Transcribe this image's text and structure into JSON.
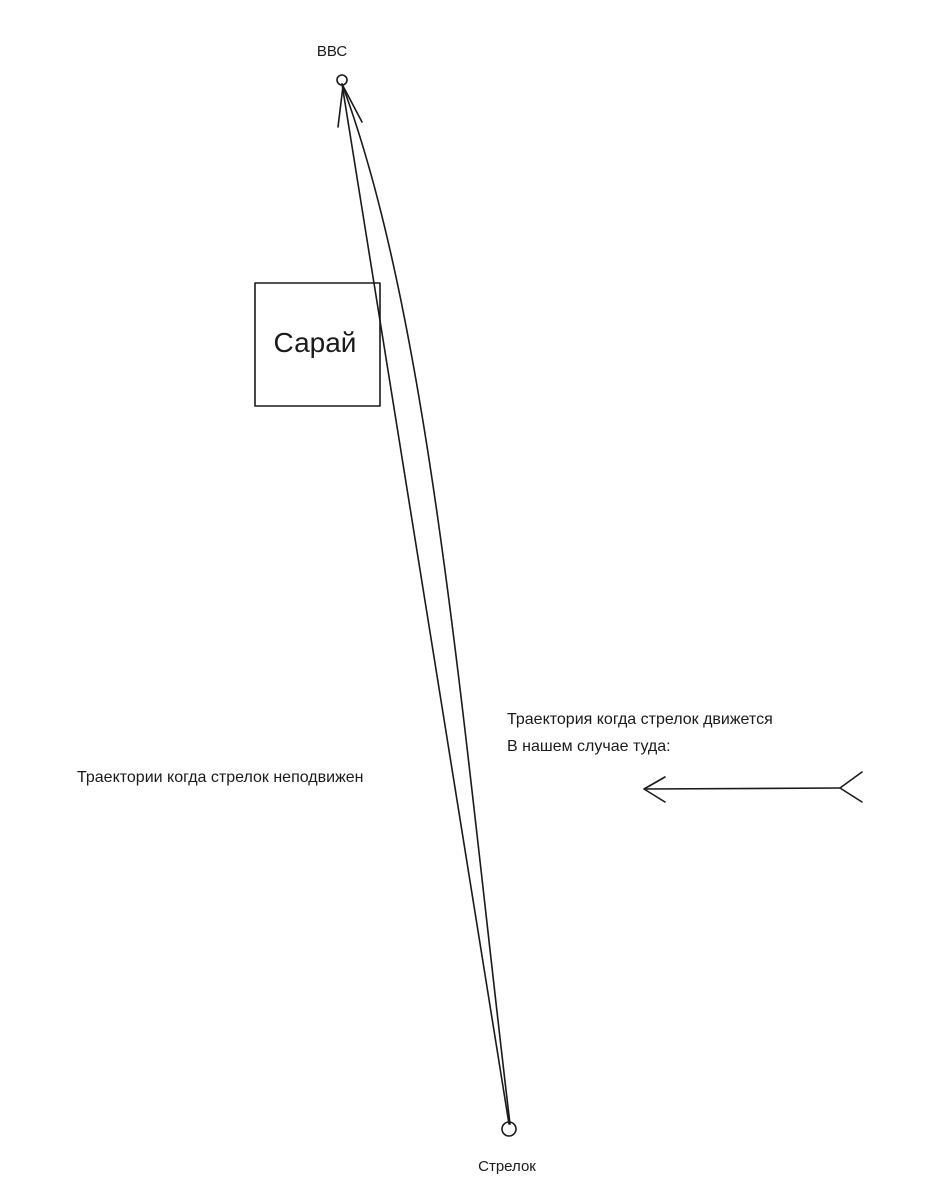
{
  "labels": {
    "target": "ВВС",
    "shooter": "Стрелок",
    "barn": "Сарай",
    "moving_line1": "Траектория когда стрелок движется",
    "moving_line2": "В нашем случае туда:",
    "stationary": "Траектории когда стрелок неподвижен"
  },
  "colors": {
    "ink": "#1a1a1a",
    "background": "#ffffff"
  }
}
